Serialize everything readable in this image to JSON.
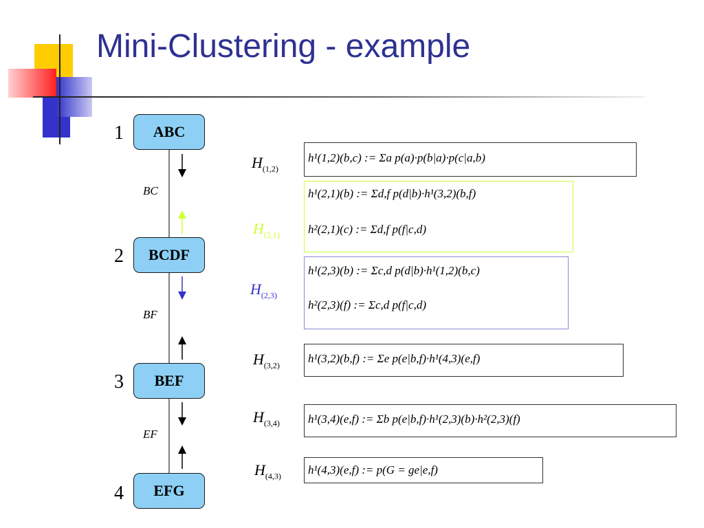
{
  "slide": {
    "title": "Mini-Clustering - example"
  },
  "tree": {
    "nodes": [
      {
        "number": "1",
        "label": "ABC"
      },
      {
        "number": "2",
        "label": "BCDF"
      },
      {
        "number": "3",
        "label": "BEF"
      },
      {
        "number": "4",
        "label": "EFG"
      }
    ],
    "separators": [
      "BC",
      "BF",
      "EF"
    ]
  },
  "messages": [
    {
      "name": "H",
      "index": "(1,2)",
      "color": "#000000"
    },
    {
      "name": "H",
      "index": "(2,1)",
      "color": "#ccff33"
    },
    {
      "name": "H",
      "index": "(2,3)",
      "color": "#3333cc"
    },
    {
      "name": "H",
      "index": "(3,2)",
      "color": "#000000"
    },
    {
      "name": "H",
      "index": "(3,4)",
      "color": "#000000"
    },
    {
      "name": "H",
      "index": "(4,3)",
      "color": "#000000"
    }
  ],
  "formulas": {
    "h12": "h¹(1,2)(b,c) := Σa p(a)·p(b|a)·p(c|a,b)",
    "h21_1": "h¹(2,1)(b) := Σd,f p(d|b)·h¹(3,2)(b,f)",
    "h21_2": "h²(2,1)(c) := Σd,f p(f|c,d)",
    "h23_1": "h¹(2,3)(b) := Σc,d p(d|b)·h¹(1,2)(b,c)",
    "h23_2": "h²(2,3)(f) := Σc,d p(f|c,d)",
    "h32": "h¹(3,2)(b,f) := Σe p(e|b,f)·h¹(4,3)(e,f)",
    "h34": "h¹(3,4)(e,f) := Σb p(e|b,f)·h¹(2,3)(b)·h²(2,3)(f)",
    "h43": "h¹(4,3)(e,f) := p(G = ge|e,f)"
  },
  "colors": {
    "title": "#2e3192",
    "node_fill": "#8ed0f5",
    "green_message": "#ccff33",
    "blue_message": "#3333cc"
  }
}
